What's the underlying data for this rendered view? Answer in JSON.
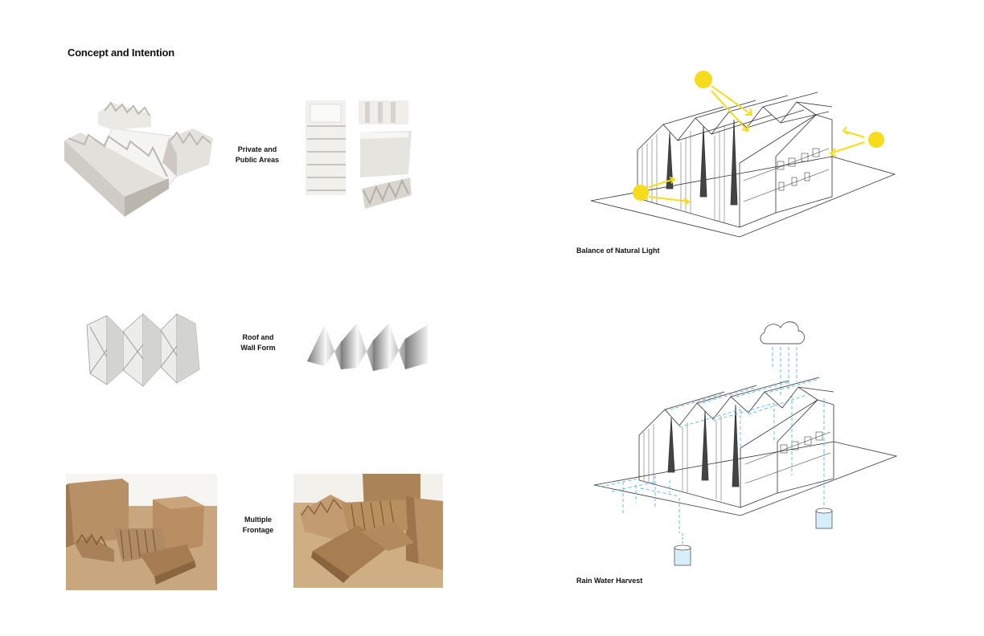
{
  "page": {
    "title": "Concept and  Intention"
  },
  "concepts": [
    {
      "id": "private-public",
      "line1": "Private and",
      "line2": "Public Areas"
    },
    {
      "id": "roof-wall",
      "line1": "Roof and",
      "line2": "Wall  Form"
    },
    {
      "id": "frontage",
      "line1": "Multiple",
      "line2": "Frontage"
    }
  ],
  "diagrams": {
    "light": {
      "caption": "Balance of Natural Light"
    },
    "rain": {
      "caption": "Rain Water Harvest"
    }
  },
  "colors": {
    "sun": "#f7dc1b",
    "rain": "#55b7e6",
    "line": "#333333",
    "paper_model": "#d9d6cf",
    "cardboard": "#c7a37a"
  }
}
